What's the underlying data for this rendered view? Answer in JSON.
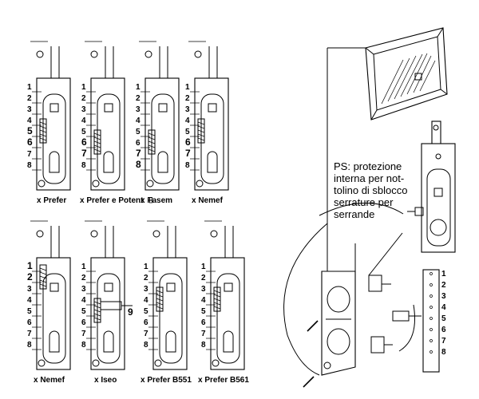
{
  "top_row": {
    "captions": [
      "x Prefer",
      "x Prefer e Potent",
      "x Fasem",
      "x Nemef"
    ],
    "fasem_glyph": "⌷",
    "numbers": [
      "1",
      "2",
      "3",
      "4",
      "5",
      "6",
      "7",
      "8"
    ]
  },
  "bottom_row": {
    "captions": [
      "x Nemef",
      "x Iseo",
      "x Prefer B551",
      "x Prefer B561"
    ],
    "numbers": [
      "1",
      "2",
      "3",
      "4",
      "5",
      "6",
      "7",
      "8"
    ],
    "iseo_callout": "9"
  },
  "note": {
    "lines": [
      "PS:  protezione",
      "interna per not-",
      "tolino di sblocco",
      "serrature     per",
      "serrande"
    ]
  },
  "strip": {
    "numbers": [
      "1",
      "2",
      "3",
      "4",
      "5",
      "6",
      "7",
      "8"
    ]
  }
}
